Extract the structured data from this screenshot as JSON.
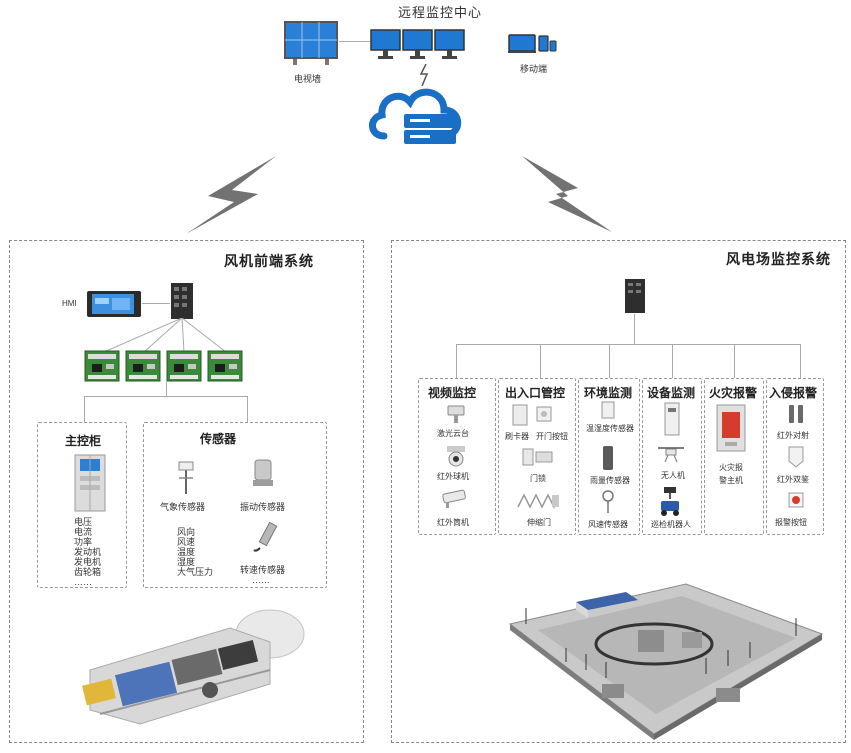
{
  "monitor_center": {
    "title": "远程监控中心",
    "video_wall_label": "电视墙",
    "mobile_label": "移动端"
  },
  "turbine_system": {
    "title": "风机前端系统",
    "hmi_label": "HMI",
    "main_cabinet": {
      "title": "主控柜",
      "items": [
        "电压",
        "电流",
        "功率",
        "发动机",
        "发电机",
        "齿轮箱",
        "……"
      ]
    },
    "sensors": {
      "title": "传感器",
      "weather_label": "气象传感器",
      "vibration_label": "振动传感器",
      "speed_label": "转速传感器",
      "speed_more": "……",
      "weather_items": [
        "风向",
        "风速",
        "温度",
        "湿度",
        "大气压力"
      ]
    }
  },
  "farm_system": {
    "title": "风电场监控系统",
    "groups": [
      {
        "title": "视频监控",
        "items": [
          "激光云台",
          "红外球机",
          "红外筒机"
        ]
      },
      {
        "title": "出入口管控",
        "items": [
          "刷卡器",
          "开门按钮",
          "门锁",
          "伸缩门"
        ]
      },
      {
        "title": "环境监测",
        "items": [
          "温湿度传感器",
          "雨量传感器",
          "风速传感器"
        ]
      },
      {
        "title": "设备监测",
        "items": [
          "无人机",
          "巡检机器人"
        ]
      },
      {
        "title": "火灾报警",
        "items": [
          "火灾报",
          "警主机"
        ]
      },
      {
        "title": "入侵报警",
        "items": [
          "红外对射",
          "红外双鉴",
          "报警按钮"
        ]
      }
    ]
  },
  "colors": {
    "accent_blue": "#1a6fc4",
    "board_green": "#3a8a3a",
    "bolt_gray": "#707070"
  }
}
